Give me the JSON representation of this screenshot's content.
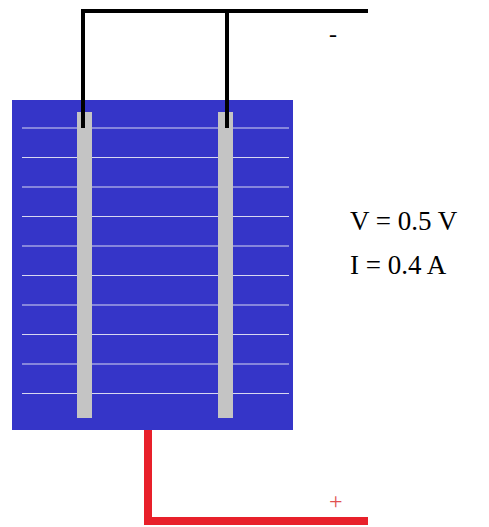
{
  "diagram": {
    "labels": [
      "-",
      "V = 0.5 V",
      "I = 0.4 A",
      "+"
    ]
  }
}
